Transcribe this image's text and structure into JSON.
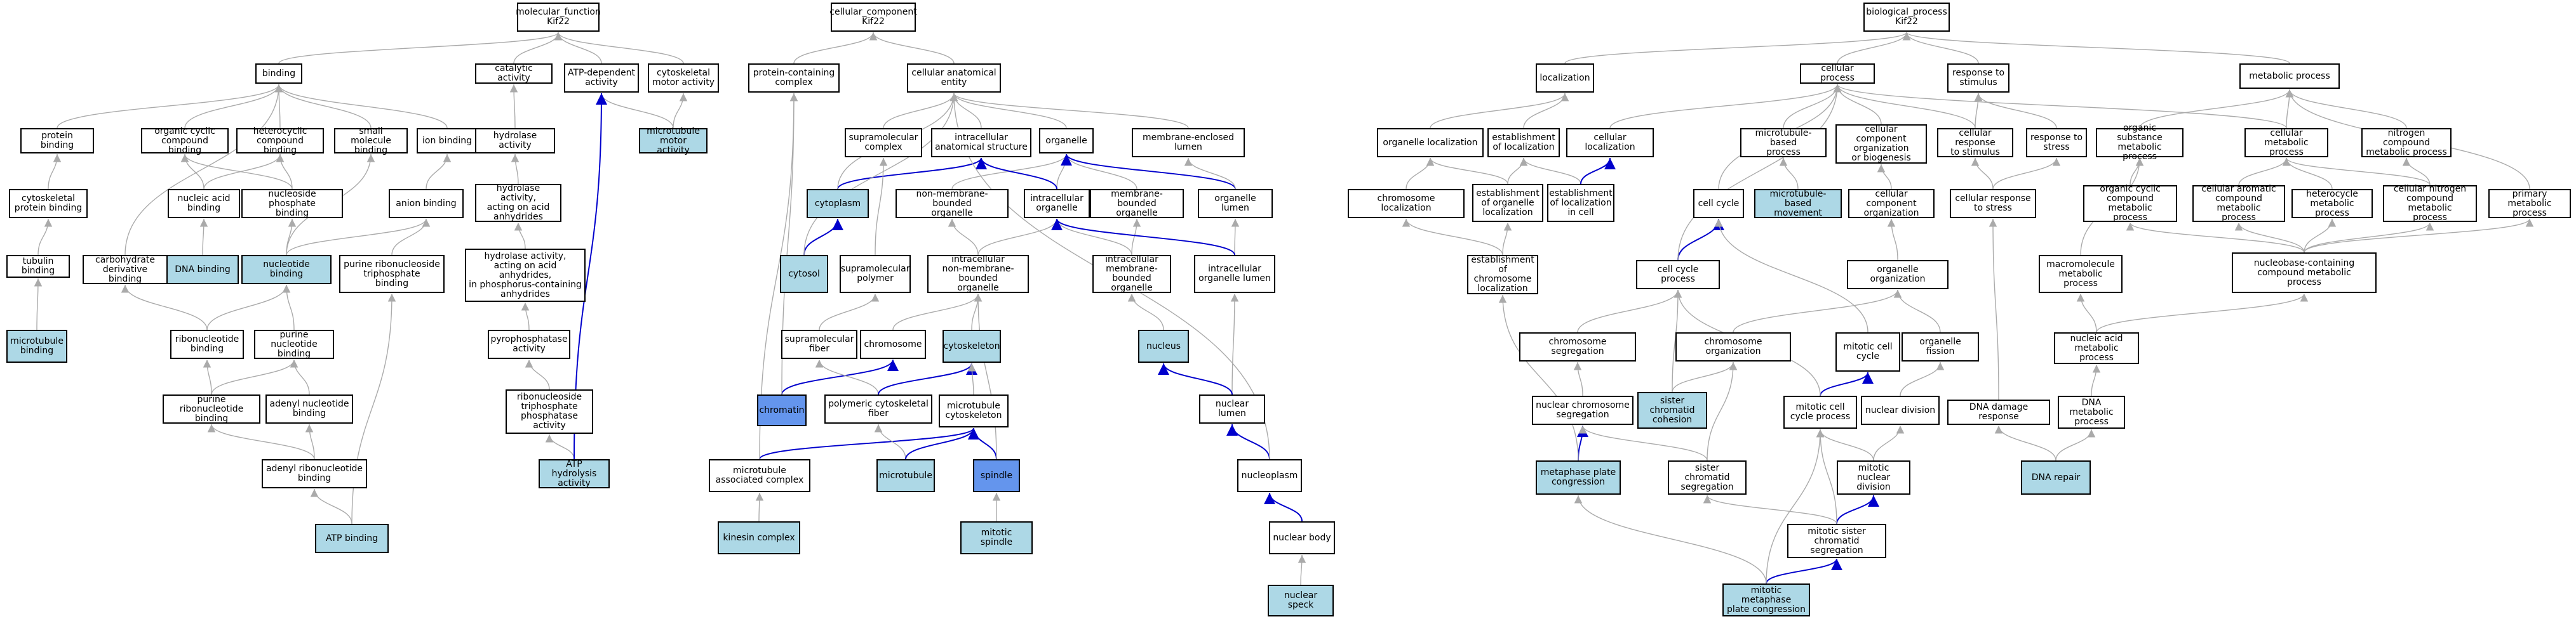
{
  "colors": {
    "highlight": "#add8e6",
    "highlight_strong": "#6495ed",
    "edge": "#aaaaaa",
    "edge_strong": "#0000cc"
  },
  "nodes": {
    "mf_root": "molecular_function\nKif22",
    "cc_root": "cellular_component\nKif22",
    "bp_root": "biological_process\nKif22",
    "binding": "binding",
    "catalytic": "catalytic activity",
    "atp_dep": "ATP-dependent\nactivity",
    "cyto_motor": "cytoskeletal\nmotor activity",
    "protein_binding": "protein binding",
    "org_cyclic": "organic cyclic\ncompound binding",
    "het_cyclic": "heterocyclic\ncompound binding",
    "small_mol": "small molecule\nbinding",
    "ion_binding": "ion binding",
    "hydrolase": "hydrolase activity",
    "mt_motor": "microtubule\nmotor activity",
    "cyto_prot": "cytoskeletal\nprotein binding",
    "nucleic_acid": "nucleic acid\nbinding",
    "nuc_phos": "nucleoside phosphate\nbinding",
    "anion": "anion binding",
    "hydro_acid": "hydrolase activity,\nacting on acid\nanhydrides",
    "tubulin": "tubulin binding",
    "carb_deriv": "carbohydrate\nderivative binding",
    "dna_binding": "DNA binding",
    "nucleotide": "nucleotide binding",
    "purine_rnt": "purine ribonucleoside\ntriphosphate\nbinding",
    "hydro_acid2": "hydrolase activity,\nacting on acid\nanhydrides,\nin phosphorus-containing\nanhydrides",
    "mt_binding": "microtubule\nbinding",
    "ribonucleotide": "ribonucleotide\nbinding",
    "purine_nt": "purine nucleotide\nbinding",
    "pyrophosphatase": "pyrophosphatase\nactivity",
    "purine_ribo": "purine ribonucleotide\nbinding",
    "adenyl_nt": "adenyl nucleotide\nbinding",
    "ntp_phos": "ribonucleoside\ntriphosphate\nphosphatase\nactivity",
    "adenyl_rnt": "adenyl ribonucleotide\nbinding",
    "atp_hydro": "ATP hydrolysis\nactivity",
    "atp_binding": "ATP binding",
    "prot_complex": "protein-containing\ncomplex",
    "cell_anat": "cellular anatomical\nentity",
    "supramol_complex": "supramolecular\ncomplex",
    "intracell_anat": "intracellular\nanatomical structure",
    "organelle": "organelle",
    "mem_lumen": "membrane-enclosed\nlumen",
    "cytoplasm": "cytoplasm",
    "nonmem_org": "non-membrane-bounded\norganelle",
    "intracell_org": "intracellular\norganelle",
    "mem_org": "membrane-bounded\norganelle",
    "org_lumen": "organelle lumen",
    "cytosol": "cytosol",
    "supramol_polymer": "supramolecular\npolymer",
    "intra_nonmem": "intracellular\nnon-membrane-bounded\norganelle",
    "intra_mem": "intracellular\nmembrane-bounded\norganelle",
    "intra_org_lumen": "intracellular\norganelle lumen",
    "supramol_fiber": "supramolecular\nfiber",
    "chromosome": "chromosome",
    "cytoskeleton": "cytoskeleton",
    "nucleus": "nucleus",
    "chromatin": "chromatin",
    "poly_cyto_fiber": "polymeric cytoskeletal\nfiber",
    "mt_cyto": "microtubule\ncytoskeleton",
    "nuc_lumen": "nuclear lumen",
    "mt_assoc": "microtubule\nassociated complex",
    "microtubule": "microtubule",
    "spindle": "spindle",
    "nucleoplasm": "nucleoplasm",
    "kinesin": "kinesin complex",
    "mitotic_spindle": "mitotic spindle",
    "nuc_body": "nuclear body",
    "nuc_speck": "nuclear speck",
    "localization": "localization",
    "cell_proc": "cellular process",
    "resp_stim": "response to\nstimulus",
    "metab_proc": "metabolic process",
    "org_loc": "organelle localization",
    "est_loc": "establishment\nof localization",
    "cell_loc": "cellular localization",
    "mt_based": "microtubule-based\nprocess",
    "cc_org": "cellular component\norganization\nor biogenesis",
    "cell_resp": "cellular response\nto stimulus",
    "resp_stress": "response to\nstress",
    "org_subst": "organic substance\nmetabolic process",
    "cell_metab": "cellular metabolic\nprocess",
    "nitrogen": "nitrogen compound\nmetabolic process",
    "chrom_loc": "chromosome localization",
    "est_org_loc": "establishment\nof organelle\nlocalization",
    "est_loc_cell": "establishment\nof localization\nin cell",
    "cell_cycle": "cell cycle",
    "mt_movement": "microtubule-based\nmovement",
    "cc_organiz": "cellular component\norganization",
    "cell_resp_stress": "cellular response\nto stress",
    "org_cyclic_met": "organic cyclic\ncompound metabolic\nprocess",
    "arom": "cellular aromatic\ncompound metabolic\nprocess",
    "hetero_met": "heterocycle\nmetabolic process",
    "cell_nitro": "cellular nitrogen\ncompound metabolic\nprocess",
    "primary": "primary metabolic\nprocess",
    "est_chrom_loc": "establishment\nof chromosome\nlocalization",
    "cc_proc": "cell cycle process",
    "org_organiz": "organelle organization",
    "macromol": "macromolecule\nmetabolic process",
    "nucleobase": "nucleobase-containing\ncompound metabolic\nprocess",
    "chrom_seg": "chromosome segregation",
    "chrom_organiz": "chromosome organization",
    "mit_cc": "mitotic cell\ncycle",
    "org_fission": "organelle fission",
    "nucleic_met": "nucleic acid\nmetabolic process",
    "nuc_chrom_seg": "nuclear chromosome\nsegregation",
    "sister_coh": "sister chromatid\ncohesion",
    "mit_cc_proc": "mitotic cell\ncycle process",
    "nuc_div": "nuclear division",
    "dna_damage": "DNA damage response",
    "dna_met": "DNA metabolic\nprocess",
    "metaphase": "metaphase plate\ncongression",
    "sister_seg": "sister chromatid\nsegregation",
    "mit_nuc_div": "mitotic nuclear\ndivision",
    "dna_repair": "DNA repair",
    "mit_sister_seg": "mitotic sister\nchromatid segregation",
    "mit_metaphase": "mitotic metaphase\nplate congression"
  }
}
